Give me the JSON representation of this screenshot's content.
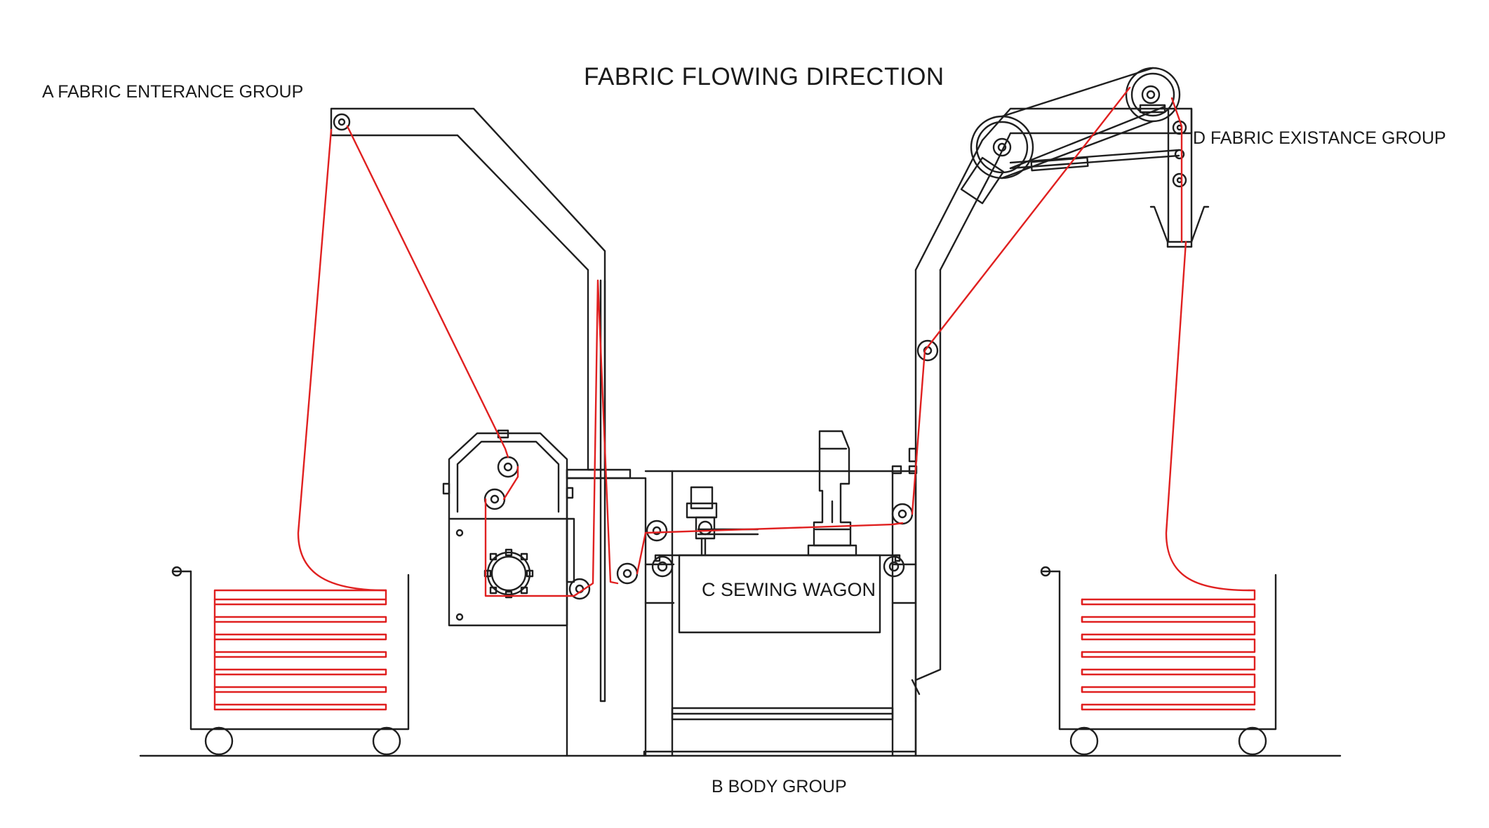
{
  "diagram": {
    "title": "FABRIC FLOWING DIRECTION",
    "labels": {
      "entrance_group": "A  FABRIC ENTERANCE GROUP",
      "body_group": "B  BODY GROUP",
      "sewing_wagon": "C SEWING WAGON",
      "existance_group": "D  FABRIC EXISTANCE GROUP"
    },
    "colors": {
      "line": "#1f1f1f",
      "fabric": "#e02020",
      "background": "#ffffff"
    }
  }
}
